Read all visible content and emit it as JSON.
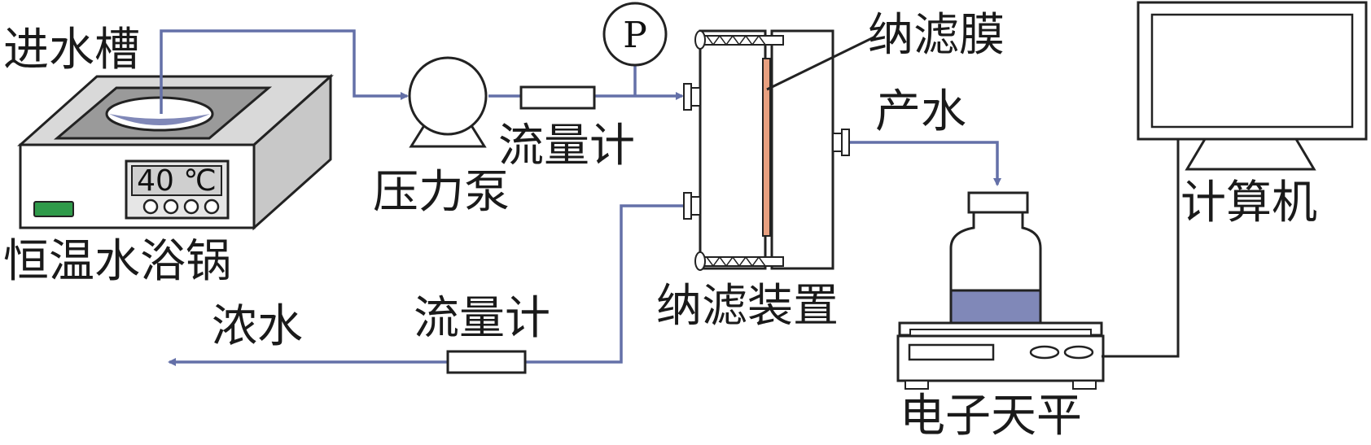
{
  "labels": {
    "inlet_tank": "进水槽",
    "water_bath": "恒温水浴锅",
    "temperature": "40 ℃",
    "pressure_pump": "压力泵",
    "flowmeter_top": "流量计",
    "pressure_gauge": "P",
    "nf_membrane": "纳滤膜",
    "nf_device": "纳滤装置",
    "permeate": "产水",
    "concentrate": "浓水",
    "flowmeter_bottom": "流量计",
    "balance": "电子天平",
    "computer": "计算机"
  },
  "colors": {
    "pipe": "#6470a8",
    "water": "#8088b8",
    "membrane": "#e8a080",
    "bath_top": "#d9d9d9",
    "bath_side": "#c8c8c8",
    "green_button": "#2f9a4a"
  }
}
